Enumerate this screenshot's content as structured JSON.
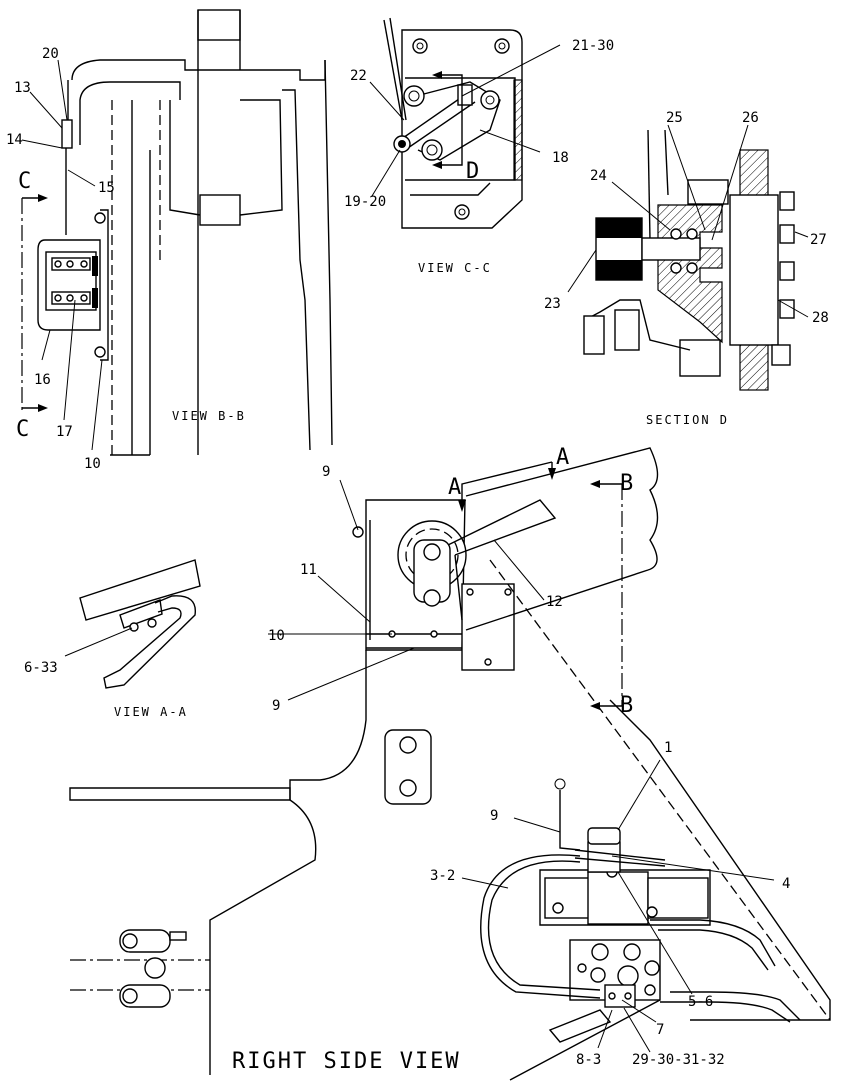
{
  "views": {
    "view_bb": "VIEW B-B",
    "view_cc": "VIEW C-C",
    "section_d": "SECTION D",
    "view_aa": "VIEW A-A",
    "right_side": "RIGHT SIDE VIEW"
  },
  "section_markers": {
    "c_top": "C",
    "c_bottom": "C",
    "d": "D",
    "a_left": "A",
    "a_right": "A",
    "b_top": "B",
    "b_bottom": "B"
  },
  "callouts": {
    "c20": "20",
    "c13": "13",
    "c14": "14",
    "c15": "15",
    "c16": "16",
    "c17": "17",
    "c10a": "10",
    "c22": "22",
    "c2130": "21-30",
    "c18": "18",
    "c1920": "19-20",
    "c25": "25",
    "c26": "26",
    "c24": "24",
    "c27": "27",
    "c23": "23",
    "c28": "28",
    "c9a": "9",
    "c11": "11",
    "c10b": "10",
    "c9b": "9",
    "c12": "12",
    "c633": "6-33",
    "c1": "1",
    "c9c": "9",
    "c4": "4",
    "c32": "3-2",
    "c56": "5-6",
    "c7": "7",
    "c83": "8-3",
    "c29": "29-30-31-32"
  }
}
